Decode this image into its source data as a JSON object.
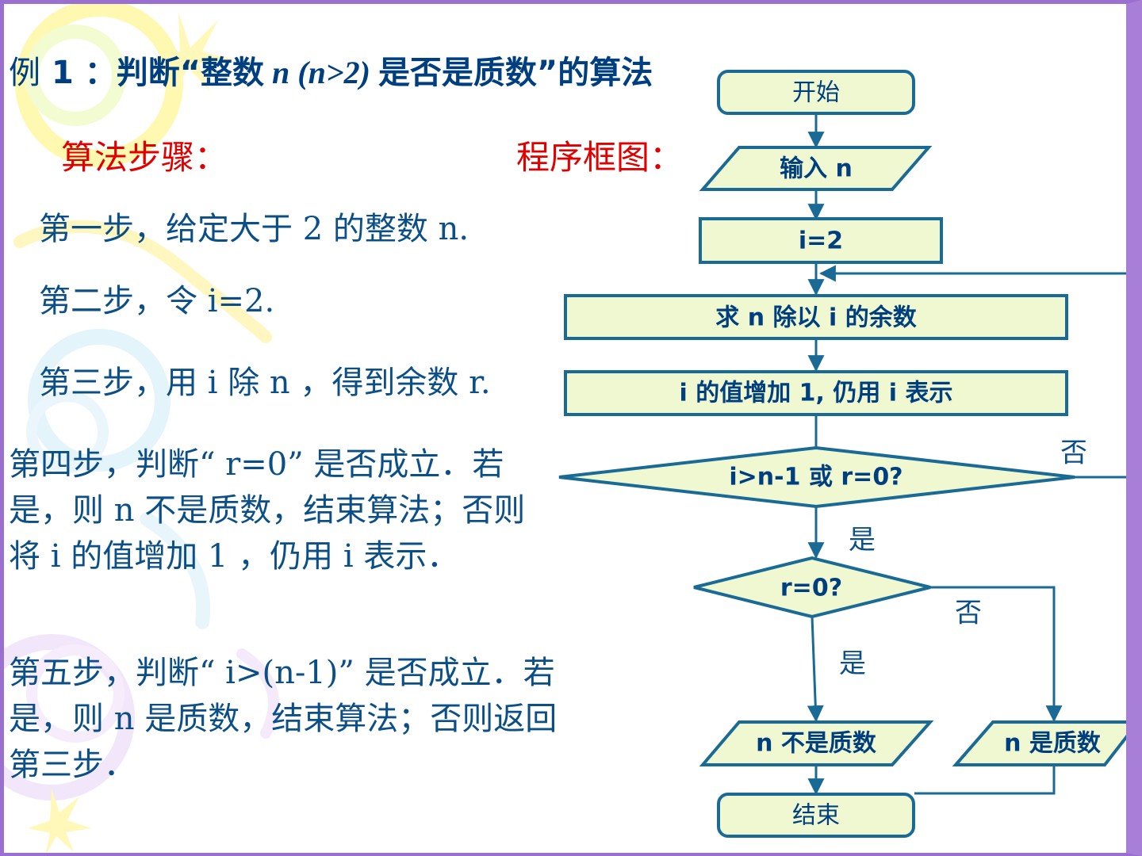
{
  "title": {
    "lead": "例",
    "number": "1",
    "part1": " ：判断“整数",
    "var": " n (n>2) ",
    "part2": "是否是质数”的算法"
  },
  "headings": {
    "steps": "算法步骤：",
    "flowchart": "程序框图："
  },
  "steps": [
    "第一步，给定大于 2 的整数 n.",
    "第二步，令 i=2.",
    "第三步，用 i 除 n ，得到余数 r.",
    " 第四步，判断“ r=0” 是否成立．若是，则 n 不是质数，结束算法；否则将 i 的值增加 1 ，仍用 i 表示．",
    " 第五步，判断“ i>(n-1)” 是否成立．若是，则 n 是质数，结束算法；否则返回第三步．"
  ],
  "flowchart": {
    "start": "开始",
    "input": "输入 n",
    "init": "i=2",
    "remainder": "求 n 除以 i 的余数",
    "increment": "i 的值增加 1, 仍用 i 表示",
    "cond1": "i>n-1 或 r=0?",
    "cond2": "r=0?",
    "out_not_prime": "n 不是质数",
    "out_prime": "n 是质数",
    "end": "结束",
    "label_no1": "否",
    "label_yes1": "是",
    "label_no2": "否",
    "label_yes2": "是"
  },
  "colors": {
    "box_fill": "#f0f8d2",
    "stroke": "#1a6a96",
    "title": "#003f7f",
    "heading": "#e00000",
    "step_text": "#0b4f86",
    "frame": "#9b6fd0"
  }
}
